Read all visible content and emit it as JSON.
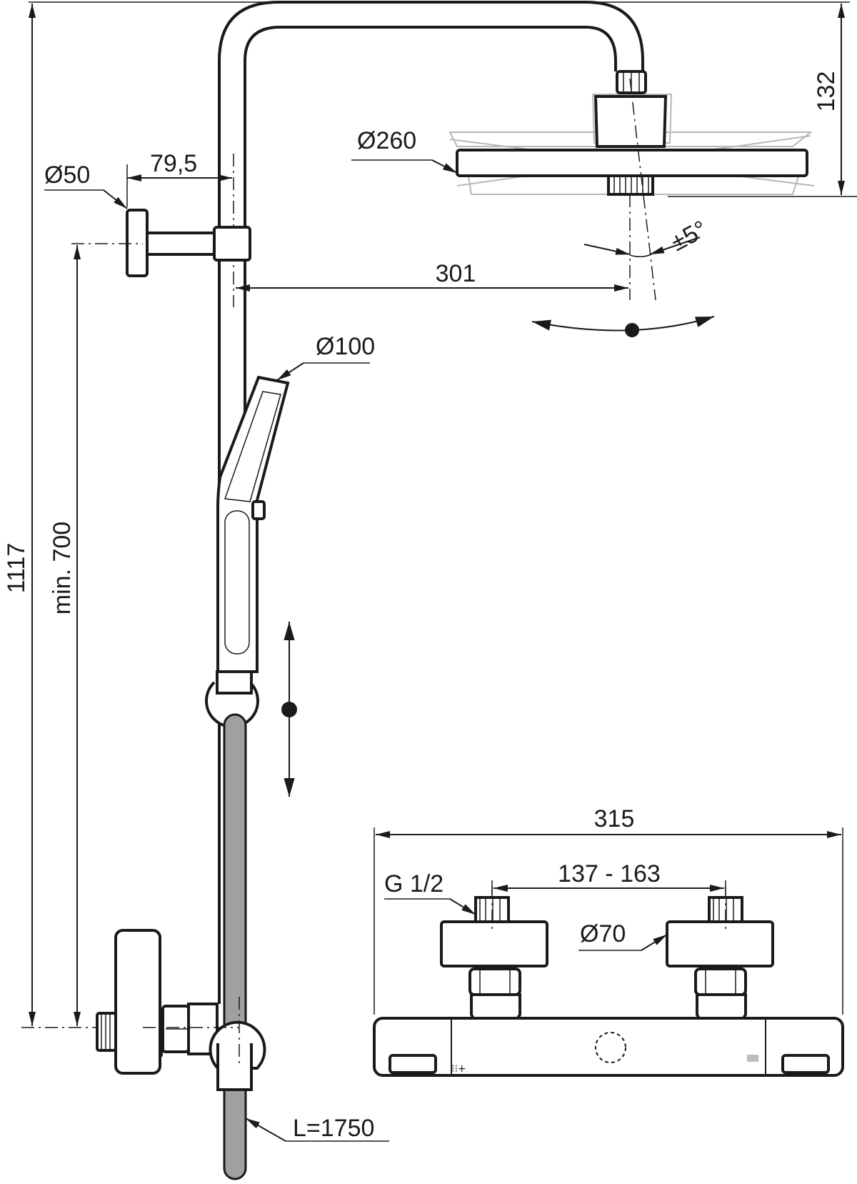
{
  "dimensions": {
    "total_height": "1117",
    "min_height": "min. 700",
    "head_offset": "132",
    "wall_bracket_dia": "Ø50",
    "bracket_offset": "79,5",
    "arm_length": "301",
    "head_dia": "Ø260",
    "tilt": "±5°",
    "hand_shower_dia": "Ø100",
    "hose_length": "L=1750",
    "mixer_width": "315",
    "inlet_centres": "137 - 163",
    "thread": "G 1/2",
    "escutcheon_dia": "Ø70"
  },
  "colors": {
    "line": "#1a1a1a",
    "ghost": "#b8b8b8",
    "hose": "#a0a0a0",
    "background": "#ffffff"
  }
}
